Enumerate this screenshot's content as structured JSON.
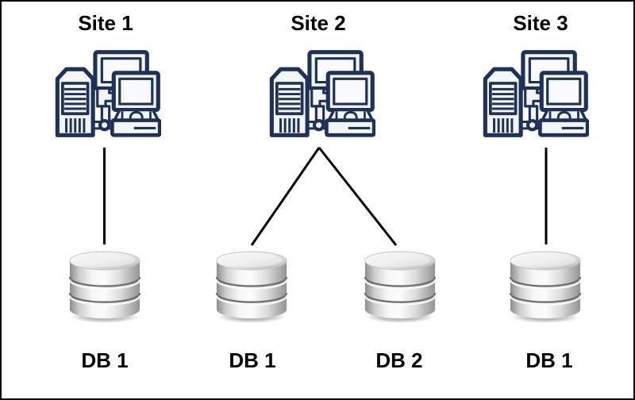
{
  "diagram": {
    "sites": [
      {
        "label": "Site 1",
        "icon": "workstation-icon",
        "connects_to": [
          "DB 1"
        ]
      },
      {
        "label": "Site 2",
        "icon": "workstation-icon",
        "connects_to": [
          "DB 1",
          "DB 2"
        ]
      },
      {
        "label": "Site 3",
        "icon": "workstation-icon",
        "connects_to": [
          "DB 1"
        ]
      }
    ],
    "databases": [
      {
        "label": "DB 1",
        "site": "Site 1",
        "icon": "database-cylinder-icon"
      },
      {
        "label": "DB 1",
        "site": "Site 2",
        "icon": "database-cylinder-icon"
      },
      {
        "label": "DB 2",
        "site": "Site 2",
        "icon": "database-cylinder-icon"
      },
      {
        "label": "DB 1",
        "site": "Site 3",
        "icon": "database-cylinder-icon"
      }
    ],
    "colors": {
      "icon_outline": "#1e3159",
      "icon_fill": "#f2f5fa",
      "screen_fill": "#f7f9fd",
      "connector_line": "#000000",
      "canvas_border": "#000000",
      "label_text": "#000000",
      "background": "#ffffff"
    }
  }
}
